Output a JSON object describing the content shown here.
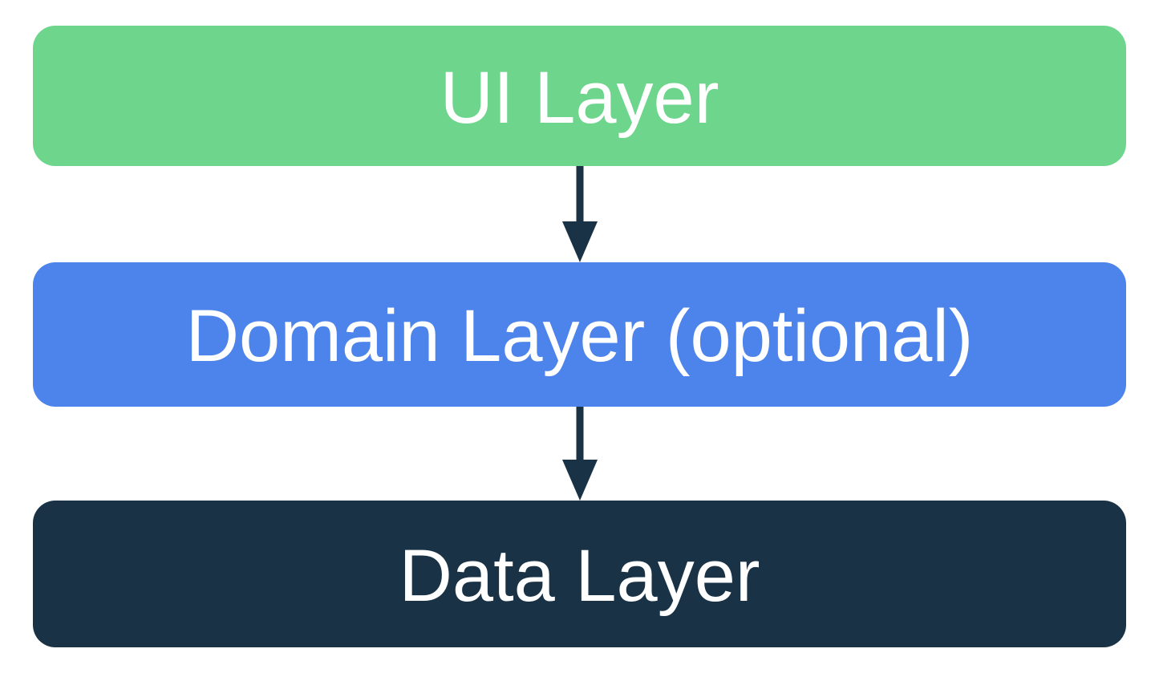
{
  "diagram": {
    "type": "layered-architecture-flow",
    "layers": [
      {
        "label": "UI Layer",
        "color": "#6dd58c",
        "text_color": "#ffffff"
      },
      {
        "label": "Domain Layer (optional)",
        "color": "#4d84ec",
        "text_color": "#ffffff"
      },
      {
        "label": "Data Layer",
        "color": "#1a3245",
        "text_color": "#ffffff"
      }
    ],
    "arrows": [
      {
        "from": "UI Layer",
        "to": "Domain Layer (optional)",
        "direction": "down"
      },
      {
        "from": "Domain Layer (optional)",
        "to": "Data Layer",
        "direction": "down"
      }
    ],
    "arrow_color": "#1a3245",
    "background_color": "#ffffff"
  }
}
